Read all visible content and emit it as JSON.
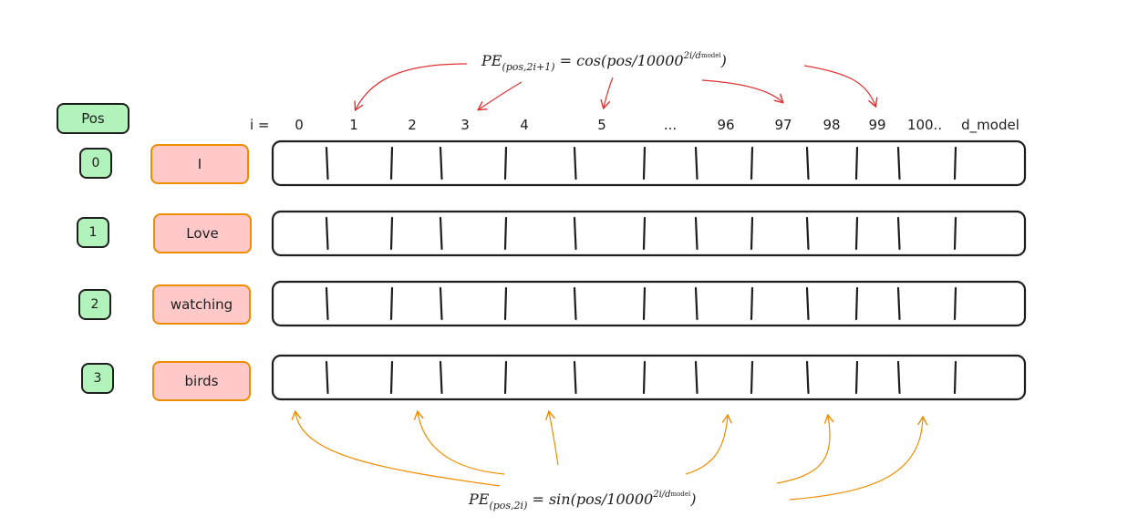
{
  "formula_top": {
    "lhs": "PE",
    "lhs_sub": "(pos,2i+1)",
    "rhs_fn": "cos(pos/10000",
    "rhs_exp": "2i/d",
    "rhs_exp_sub": "model",
    "rhs_close": ")"
  },
  "formula_bottom": {
    "lhs": "PE",
    "lhs_sub": "(pos,2i)",
    "rhs_fn": "sin(pos/10000",
    "rhs_exp": "2i/d",
    "rhs_exp_sub": "model",
    "rhs_close": ")"
  },
  "pos_header": "Pos",
  "i_label": "i =",
  "columns": [
    "0",
    "1",
    "2",
    "3",
    "4",
    "5",
    "...",
    "96",
    "97",
    "98",
    "99",
    "100..",
    "d_model"
  ],
  "rows": [
    {
      "pos": "0",
      "word": "I"
    },
    {
      "pos": "1",
      "word": "Love"
    },
    {
      "pos": "2",
      "word": "watching"
    },
    {
      "pos": "3",
      "word": "birds"
    }
  ],
  "colors": {
    "pos_fill": "#b2f2bb",
    "word_fill": "#ffc9c9",
    "word_border": "#f08c00",
    "cos_arrow": "#e03131",
    "sin_arrow": "#f08c00",
    "stroke": "#1e1e1e"
  }
}
